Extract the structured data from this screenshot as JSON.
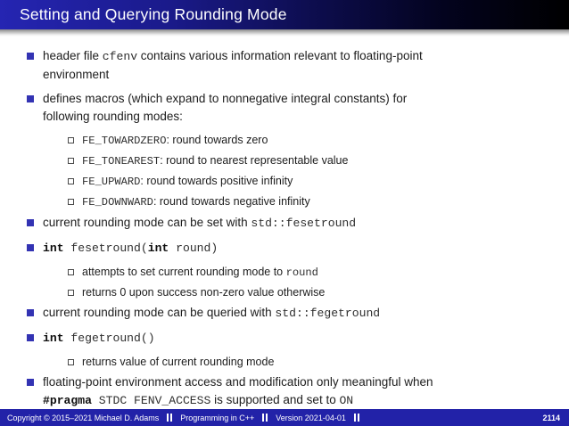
{
  "title": "Setting and Querying Rounding Mode",
  "colors": {
    "structure_accent": "#3333b3",
    "titlebar_gradient_start": "#2525b2",
    "titlebar_gradient_end": "#000000",
    "footer_background": "#2222a8",
    "body_text": "#1c1c1c"
  },
  "content": {
    "items": [
      {
        "level": 1,
        "lines": [
          [
            {
              "t": "header file ",
              "s": "p"
            },
            {
              "t": "cfenv",
              "s": "m"
            },
            {
              "t": " contains various information relevant to floating-point",
              "s": "p"
            }
          ],
          [
            {
              "t": "environment",
              "s": "p"
            }
          ]
        ]
      },
      {
        "level": 1,
        "lines": [
          [
            {
              "t": "defines macros (which expand to nonnegative integral constants) for",
              "s": "p"
            }
          ],
          [
            {
              "t": "following rounding modes:",
              "s": "p"
            }
          ]
        ]
      },
      {
        "level": 2,
        "lines": [
          [
            {
              "t": "FE_TOWARDZERO",
              "s": "m"
            },
            {
              "t": ": round towards zero",
              "s": "p"
            }
          ]
        ]
      },
      {
        "level": 2,
        "lines": [
          [
            {
              "t": "FE_TONEAREST",
              "s": "m"
            },
            {
              "t": ": round to nearest representable value",
              "s": "p"
            }
          ]
        ]
      },
      {
        "level": 2,
        "lines": [
          [
            {
              "t": "FE_UPWARD",
              "s": "m"
            },
            {
              "t": ": round towards positive infinity",
              "s": "p"
            }
          ]
        ]
      },
      {
        "level": 2,
        "lines": [
          [
            {
              "t": "FE_DOWNWARD",
              "s": "m"
            },
            {
              "t": ": round towards negative infinity",
              "s": "p"
            }
          ]
        ]
      },
      {
        "level": 1,
        "lines": [
          [
            {
              "t": "current rounding mode can be set with ",
              "s": "p"
            },
            {
              "t": "std::fesetround",
              "s": "m"
            }
          ]
        ]
      },
      {
        "level": 1,
        "lines": [
          [
            {
              "t": "int",
              "s": "mb"
            },
            {
              "t": " fesetround(",
              "s": "m"
            },
            {
              "t": "int",
              "s": "mb"
            },
            {
              "t": " round)",
              "s": "m"
            }
          ]
        ]
      },
      {
        "level": 2,
        "lines": [
          [
            {
              "t": "attempts to set current rounding mode to ",
              "s": "p"
            },
            {
              "t": "round",
              "s": "m"
            }
          ]
        ]
      },
      {
        "level": 2,
        "lines": [
          [
            {
              "t": "returns 0 upon success non-zero value otherwise",
              "s": "p"
            }
          ]
        ]
      },
      {
        "level": 1,
        "lines": [
          [
            {
              "t": "current rounding mode can be queried with ",
              "s": "p"
            },
            {
              "t": "std::fegetround",
              "s": "m"
            }
          ]
        ]
      },
      {
        "level": 1,
        "lines": [
          [
            {
              "t": "int",
              "s": "mb"
            },
            {
              "t": " fegetround()",
              "s": "m"
            }
          ]
        ]
      },
      {
        "level": 2,
        "lines": [
          [
            {
              "t": "returns value of current rounding mode",
              "s": "p"
            }
          ]
        ]
      },
      {
        "level": 1,
        "lines": [
          [
            {
              "t": "floating-point environment access and modification only meaningful when",
              "s": "p"
            }
          ],
          [
            {
              "t": "#pragma",
              "s": "mb"
            },
            {
              "t": " STDC FENV_ACCESS",
              "s": "m"
            },
            {
              "t": " is supported and set to ",
              "s": "p"
            },
            {
              "t": "ON",
              "s": "m"
            }
          ]
        ]
      }
    ]
  },
  "footer": {
    "copyright": "Copyright © 2015–2021 Michael D. Adams",
    "course": "Programming in C++",
    "version": "Version 2021-04-01",
    "page": "2114"
  }
}
